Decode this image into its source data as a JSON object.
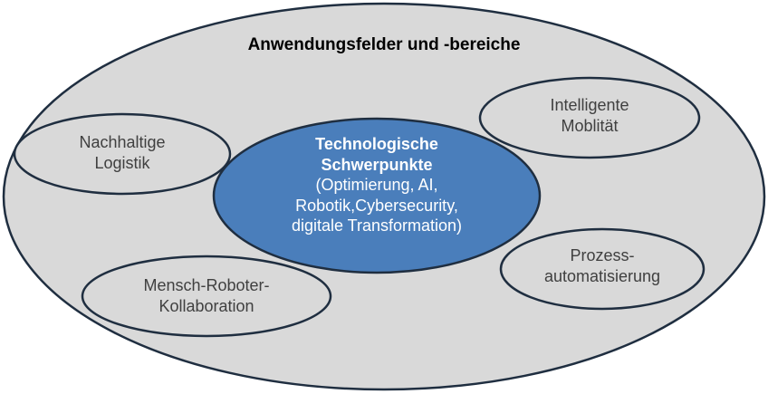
{
  "title": "Anwendungsfelder und -bereiche",
  "center": {
    "heading_lines": [
      "Technologische",
      "Schwerpunkte"
    ],
    "body_lines": [
      "(Optimierung, AI,",
      "Robotik,Cybersecurity,",
      "digitale Transformation)"
    ]
  },
  "satellites": [
    {
      "lines": [
        "Nachhaltige",
        "Logistik"
      ]
    },
    {
      "lines": [
        "Intelligente",
        "Moblität"
      ]
    },
    {
      "lines": [
        "Prozess-",
        "automatisierung"
      ]
    },
    {
      "lines": [
        "Mensch-Roboter-",
        "Kollaboration"
      ]
    }
  ],
  "colors": {
    "outer_fill": "#d9d9d9",
    "center_fill": "#4a7ebb",
    "stroke": "#1f2e40",
    "satellite_text": "#404040",
    "center_text": "#ffffff"
  }
}
